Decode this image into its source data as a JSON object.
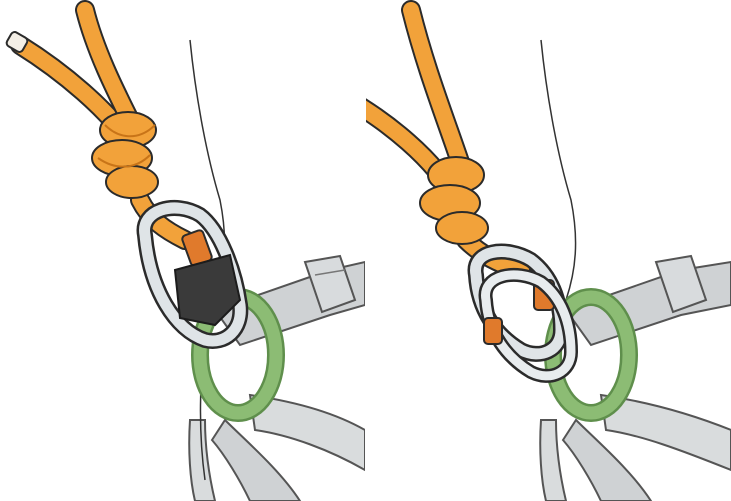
{
  "illustration": {
    "panels": [
      {
        "name": "left-panel",
        "device": "belay-device-with-locking-carabiner"
      },
      {
        "name": "right-panel",
        "device": "two-opposed-locking-carabiners"
      }
    ]
  },
  "colors": {
    "rope": "#f2a23a",
    "rope_shadow": "#c87418",
    "rope_end": "#f4efe6",
    "carabiner": "#dfe4e7",
    "carabiner_outline": "#2b2b2b",
    "lock_sleeve": "#e07a2c",
    "belay_device": "#3a3a3a",
    "belay_loop": "#8cbc74",
    "belay_loop_dark": "#5f8f4c",
    "harness_webbing": "#cfd2d4",
    "harness_outline": "#555555"
  },
  "icons": [
    "figure-eight-knot",
    "locking-carabiner",
    "belay-device",
    "belay-loop",
    "harness-leg-loop"
  ]
}
